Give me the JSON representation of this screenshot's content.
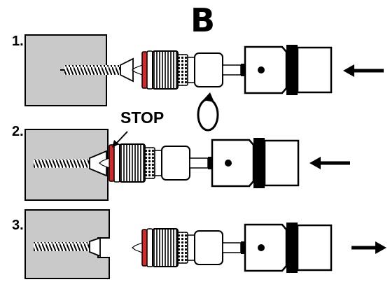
{
  "title": "B",
  "steps": [
    {
      "number": "1.",
      "motion_arrow": "left"
    },
    {
      "number": "2.",
      "motion_arrow": "left",
      "callout": "STOP"
    },
    {
      "number": "3.",
      "motion_arrow": "right"
    }
  ],
  "colors": {
    "block_fill": "#c9c9c9",
    "stop_ring": "#d62a2a",
    "outline": "#000000",
    "background": "#ffffff"
  }
}
